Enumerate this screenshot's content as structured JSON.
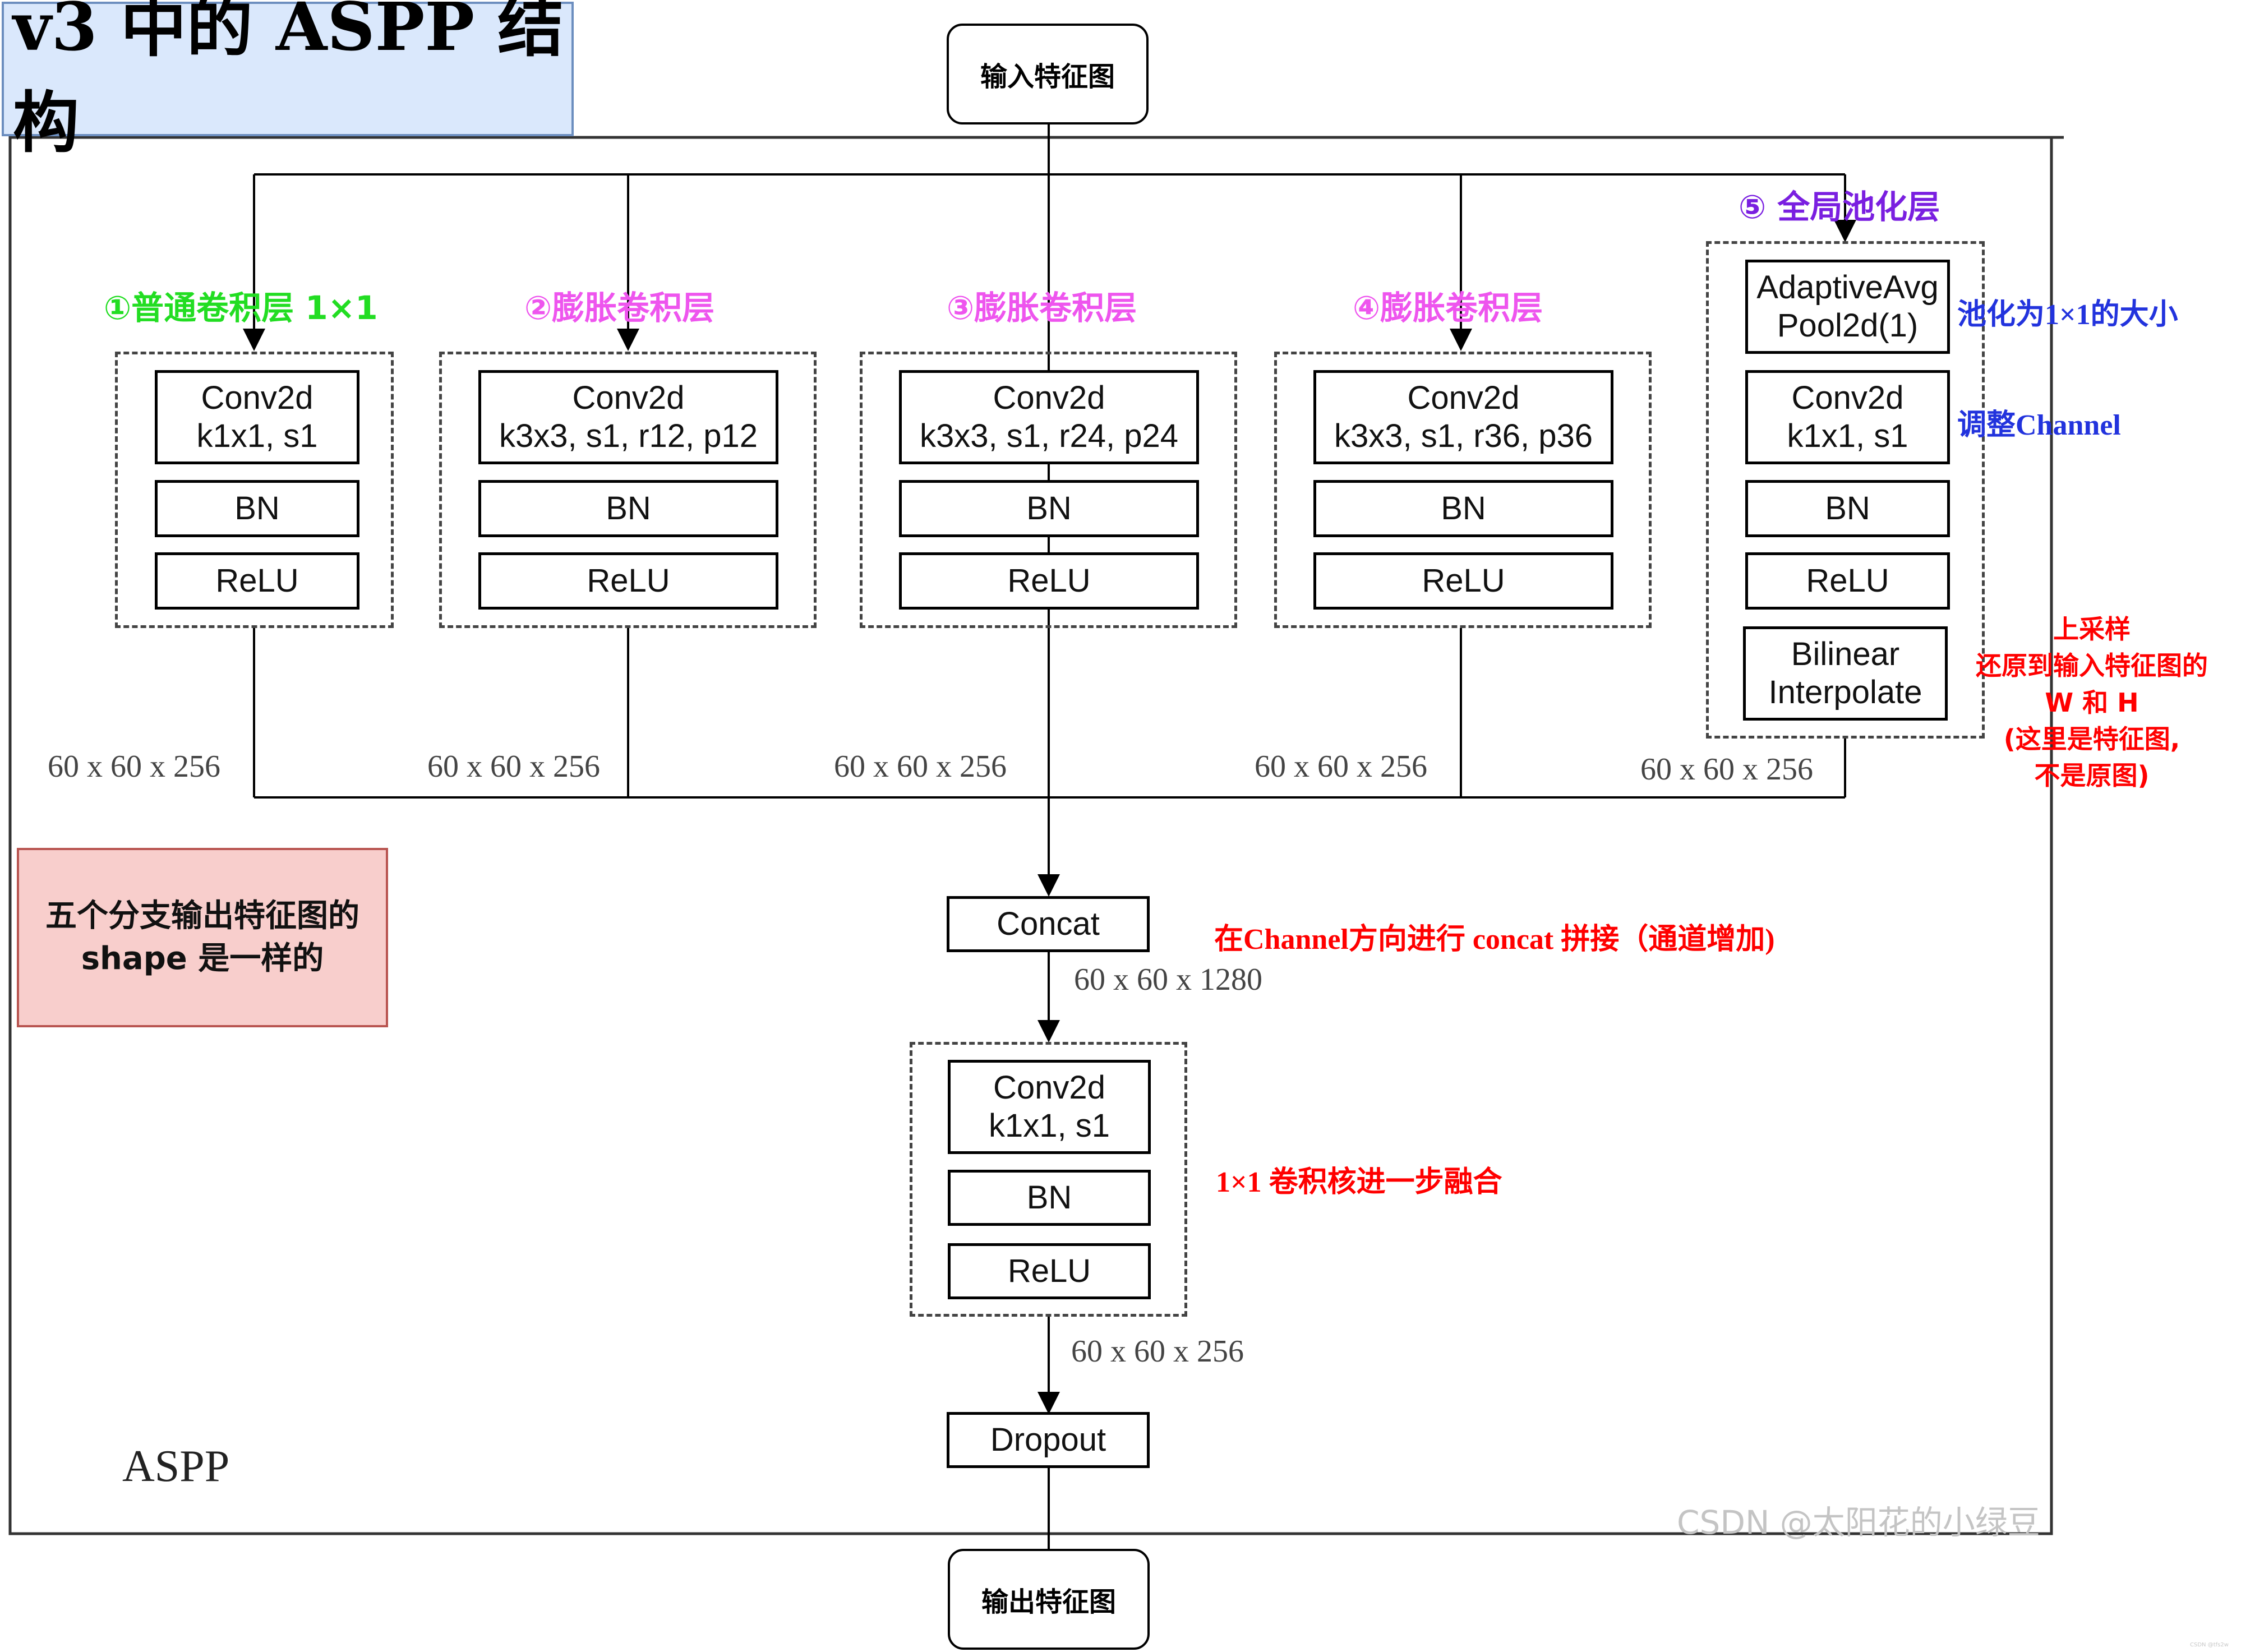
{
  "title": "v3 中的 ASPP 结构",
  "input_label": "输入特征图",
  "output_label": "输出特征图",
  "container_label": "ASPP",
  "branches": [
    {
      "label": "①普通卷积层 1×1",
      "color": "#22dd22",
      "conv_line1": "Conv2d",
      "conv_line2": "k1x1, s1",
      "bn": "BN",
      "relu": "ReLU",
      "dim": "60 x 60 x 256"
    },
    {
      "label": "②膨胀卷积层",
      "color": "#ee55ee",
      "conv_line1": "Conv2d",
      "conv_line2": "k3x3, s1, r12, p12",
      "bn": "BN",
      "relu": "ReLU",
      "dim": "60 x 60 x 256"
    },
    {
      "label": "③膨胀卷积层",
      "color": "#ee55ee",
      "conv_line1": "Conv2d",
      "conv_line2": "k3x3, s1, r24, p24",
      "bn": "BN",
      "relu": "ReLU",
      "dim": "60 x 60 x 256"
    },
    {
      "label": "④膨胀卷积层",
      "color": "#ee55ee",
      "conv_line1": "Conv2d",
      "conv_line2": "k3x3, s1, r36, p36",
      "bn": "BN",
      "relu": "ReLU",
      "dim": "60 x 60 x 256"
    }
  ],
  "pool_branch": {
    "label": "⑤ 全局池化层",
    "color": "#7a1fe0",
    "pool_line1": "AdaptiveAvg",
    "pool_line2": "Pool2d(1)",
    "conv_line1": "Conv2d",
    "conv_line2": "k1x1, s1",
    "bn": "BN",
    "relu": "ReLU",
    "interp_line1": "Bilinear",
    "interp_line2": "Interpolate",
    "dim": "60 x 60 x 256",
    "note_pool": "池化为1×1的大小",
    "note_channel": "调整Channel",
    "note_color": "#2233dd"
  },
  "upsample_note": {
    "line1": "上采样",
    "line2": "还原到输入特征图的",
    "line3": "W 和 H",
    "line4": "(这里是特征图,",
    "line5": "不是原图)",
    "color": "#ff0000"
  },
  "same_shape_note": {
    "line1": "五个分支输出特征图的",
    "line2": "shape 是一样的"
  },
  "concat": {
    "label": "Concat",
    "note": "在Channel方向进行 concat 拼接（通道增加)",
    "dim": "60 x 60 x 1280"
  },
  "fuse": {
    "conv_line1": "Conv2d",
    "conv_line2": "k1x1, s1",
    "bn": "BN",
    "relu": "ReLU",
    "note": "1×1 卷积核进一步融合",
    "dim": "60 x 60 x 256"
  },
  "dropout": {
    "label": "Dropout"
  },
  "watermark": "CSDN @太阳花的小绿豆",
  "watermark_small": "CSDN @tfs2w"
}
